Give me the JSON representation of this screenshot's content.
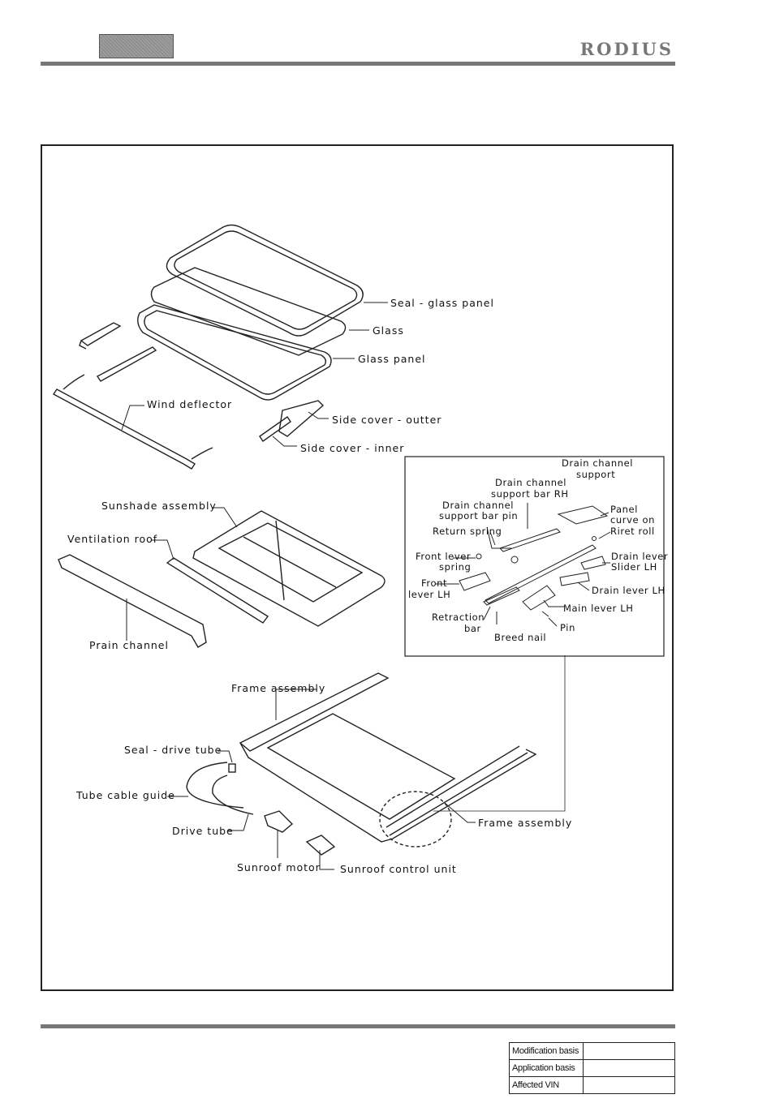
{
  "header": {
    "brand": "RODIUS"
  },
  "labels": {
    "seal_glass_panel": "Seal - glass panel",
    "glass": "Glass",
    "glass_panel": "Glass panel",
    "wind_deflector": "Wind deflector",
    "side_cover_outter": "Side cover - outter",
    "side_cover_inner": "Side cover - inner",
    "sunshade_assembly": "Sunshade assembly",
    "ventilation_roof": "Ventilation roof",
    "prain_channel": "Prain channel",
    "frame_assembly_top": "Frame assembly",
    "frame_assembly_right": "Frame assembly",
    "seal_drive_tube": "Seal - drive tube",
    "tube_cable_guide": "Tube cable guide",
    "drive_tube": "Drive tube",
    "sunroof_motor": "Sunroof motor",
    "sunroof_control_unit": "Sunroof control unit"
  },
  "detail": {
    "drain_channel_support_1": "Drain channel",
    "drain_channel_support_2": "support",
    "support_bar_rh_1": "Drain channel",
    "support_bar_rh_2": "support bar RH",
    "support_bar_pin_1": "Drain channel",
    "support_bar_pin_2": "support bar pin",
    "return_spring": "Return spring",
    "panel_curve_1": "Panel",
    "panel_curve_2": "curve on",
    "riret_roll": "Riret roll",
    "front_lever_spring_1": "Front lever",
    "front_lever_spring_2": "spring",
    "drain_lever_slider_1": "Drain lever",
    "drain_lever_slider_2": "Slider LH",
    "front_lever_lh_1": "Front",
    "front_lever_lh_2": "lever LH",
    "drain_lever_lh": "Drain lever LH",
    "main_lever_lh": "Main lever LH",
    "retraction_bar_1": "Retraction",
    "retraction_bar_2": "bar",
    "pin": "Pin",
    "breed_nail": "Breed nail"
  },
  "table": {
    "modification_basis": "Modification basis",
    "application_basis": "Application basis",
    "affected_vin": "Affected VIN",
    "modification_value": "",
    "application_value": "",
    "vin_value": ""
  }
}
